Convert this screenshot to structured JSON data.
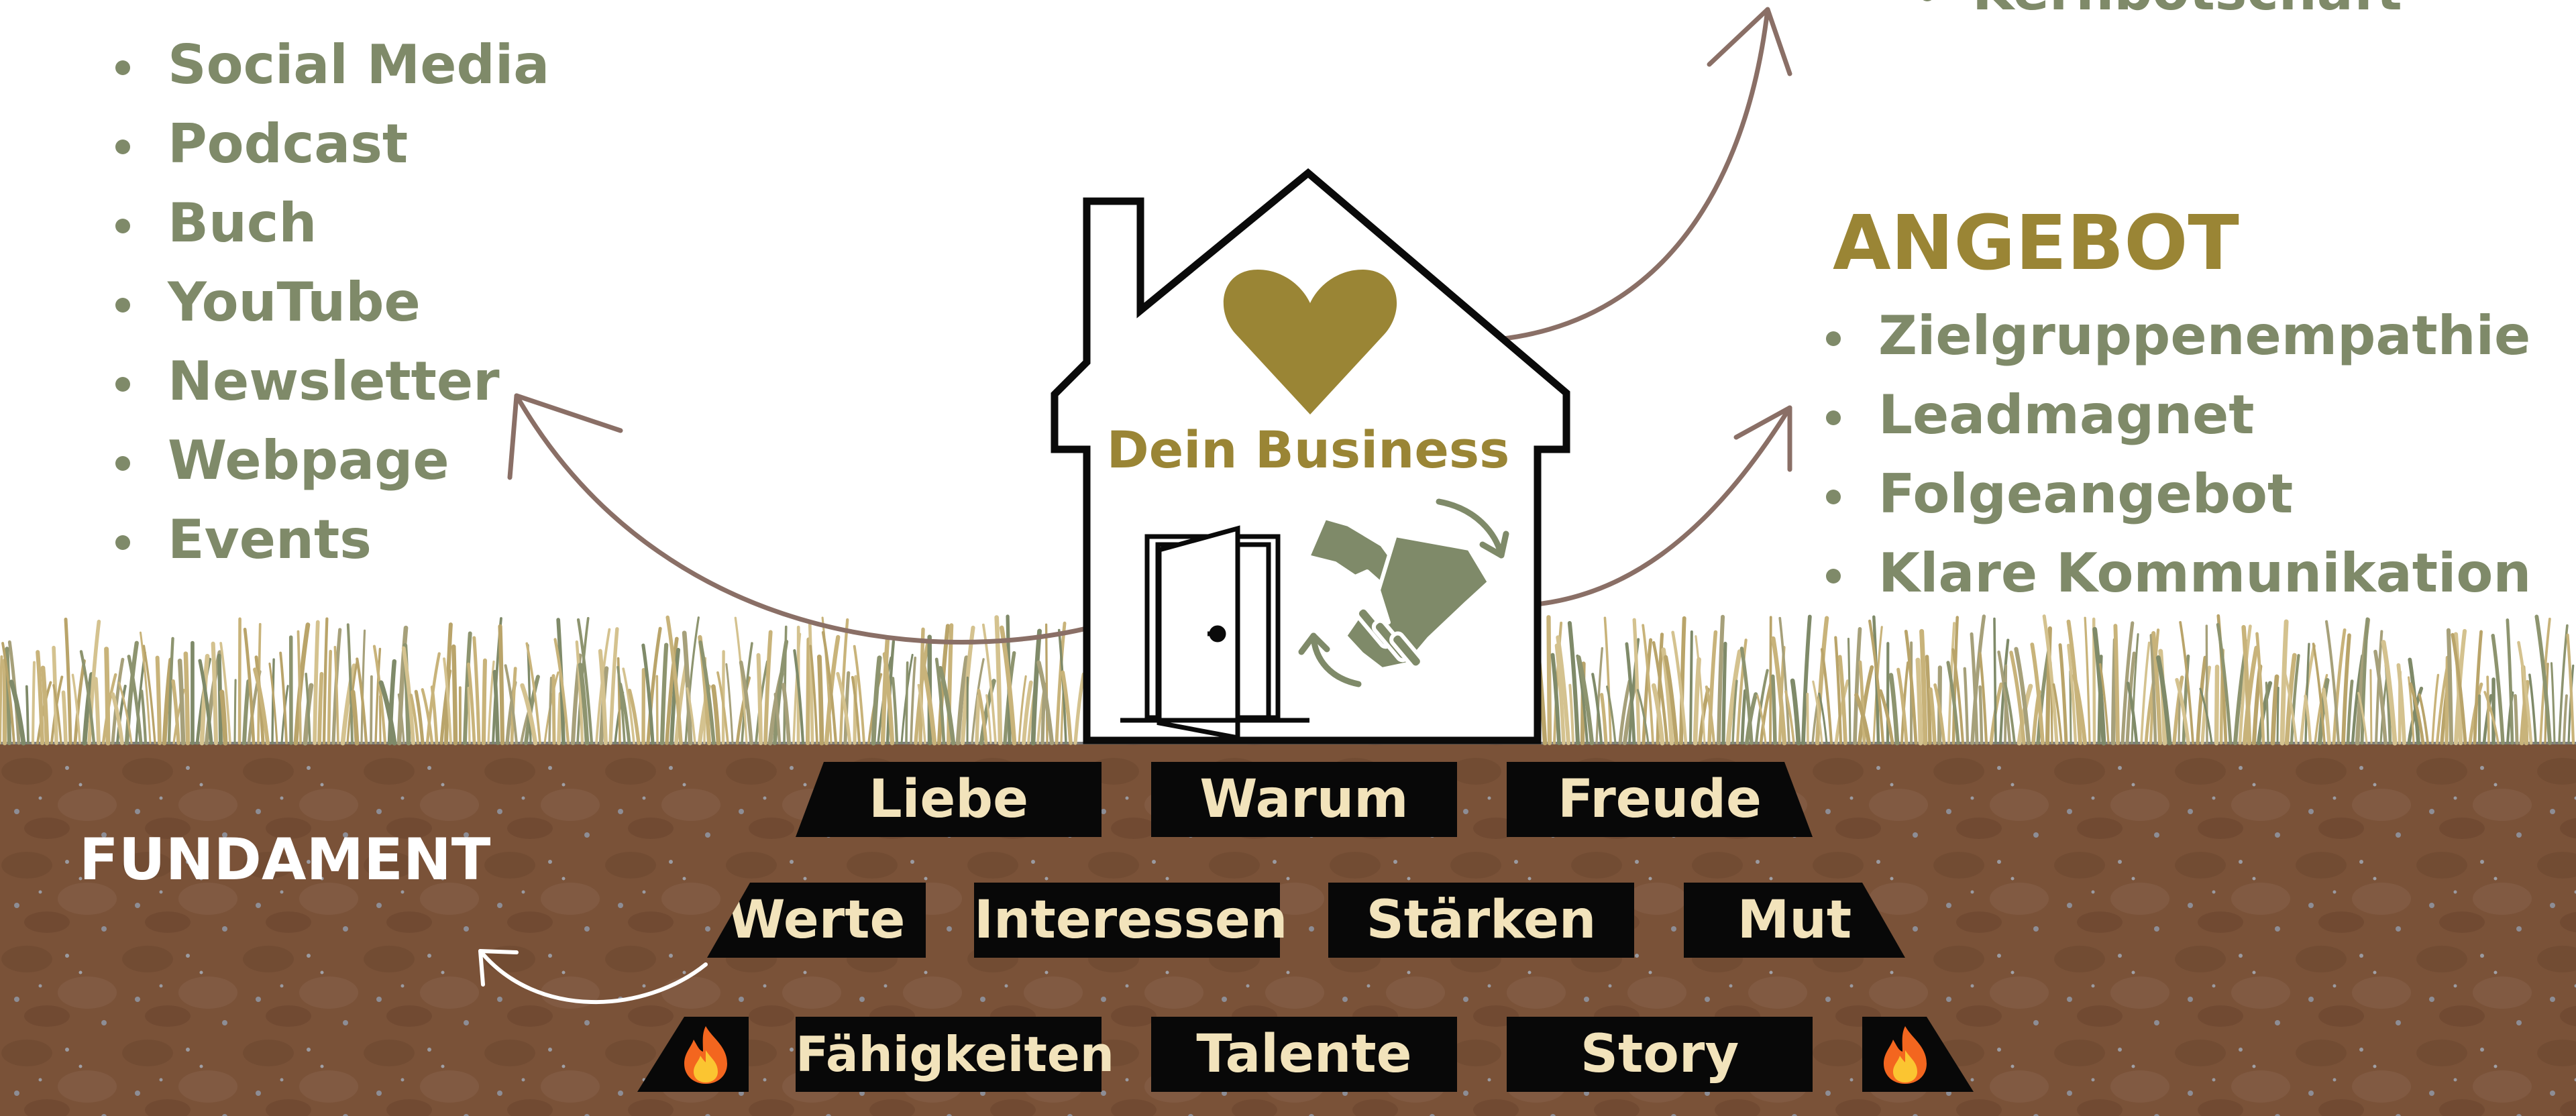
{
  "reichweite": {
    "items": [
      "Social Media",
      "Podcast",
      "Buch",
      "YouTube",
      "Newsletter",
      "Webpage",
      "Events"
    ]
  },
  "top_right": {
    "items": [
      "Kernbotschaft"
    ]
  },
  "angebot": {
    "title": "ANGEBOT",
    "items": [
      "Zielgruppenempathie",
      "Leadmagnet",
      "Folgeangebot",
      "Klare Kommunikation"
    ]
  },
  "house": {
    "title": "Dein Business",
    "icons": [
      "heart-icon",
      "door-icon",
      "handshake-icon"
    ]
  },
  "fundament": {
    "title": "FUNDAMENT",
    "row1": [
      "Liebe",
      "Warum",
      "Freude"
    ],
    "row2": [
      "Werte",
      "Interessen",
      "Stärken",
      "Mut"
    ],
    "row3": [
      "Fähigkeiten",
      "Talente",
      "Story"
    ],
    "row3_icons": [
      "fire-icon",
      "fire-icon"
    ]
  },
  "colors": {
    "sage": "#7f8a69",
    "gold": "#9a8535",
    "soil": "#7a5238",
    "brick": "#080808",
    "brick_text": "#f2e3bb",
    "arrow": "#8a6f66"
  }
}
